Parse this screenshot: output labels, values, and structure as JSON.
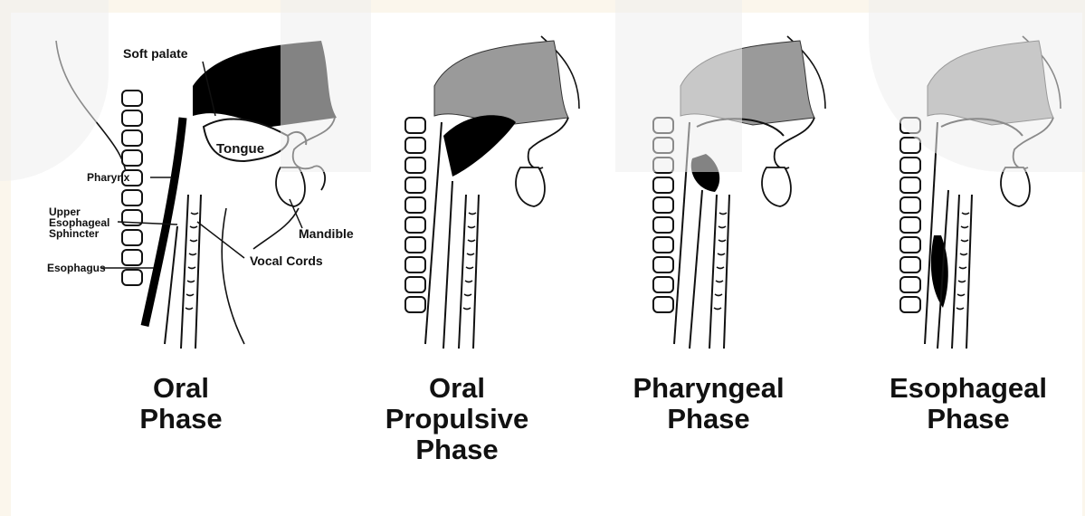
{
  "labels": {
    "soft_palate": "Soft palate",
    "tongue": "Tongue",
    "pharynx": "Pharynx",
    "upper_esophageal_sphincter": "Upper\nEsophageal\nSphincter",
    "esophagus": "Esophagus",
    "mandible": "Mandible",
    "vocal_cords": "Vocal Cords"
  },
  "phases": [
    {
      "title": "Oral\nPhase"
    },
    {
      "title": "Oral\nPropulsive\nPhase"
    },
    {
      "title": "Pharyngeal\nPhase"
    },
    {
      "title": "Esophageal\nPhase"
    }
  ],
  "colors": {
    "background": "#ffffff",
    "outer_frame": "#fbf6ec",
    "line": "#111111",
    "nasal_cavity_dark": "#000000",
    "nasal_cavity_gray": "#999999",
    "bolus": "#000000",
    "watermark": "#eeeeee"
  }
}
